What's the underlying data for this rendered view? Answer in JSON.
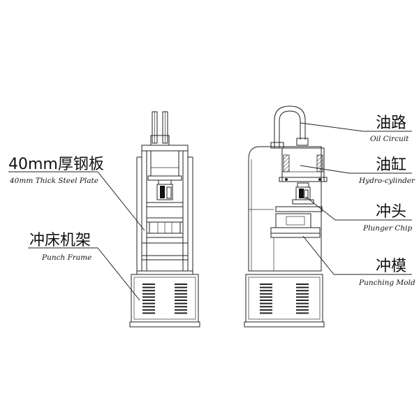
{
  "labels": {
    "steel_plate_cn": "40mm厚钢板",
    "steel_plate_en": "40mm Thick Steel Plate",
    "punch_frame_cn": "冲床机架",
    "punch_frame_en": "Punch Frame",
    "oil_circuit_cn": "油路",
    "oil_circuit_en": "Oil Circuit",
    "hydro_cylinder_cn": "油缸",
    "hydro_cylinder_en": "Hydro-cylinder",
    "plunger_chip_cn": "冲头",
    "plunger_chip_en": "Plunger Chip",
    "punching_mold_cn": "冲模",
    "punching_mold_en": "Punching Mold"
  }
}
